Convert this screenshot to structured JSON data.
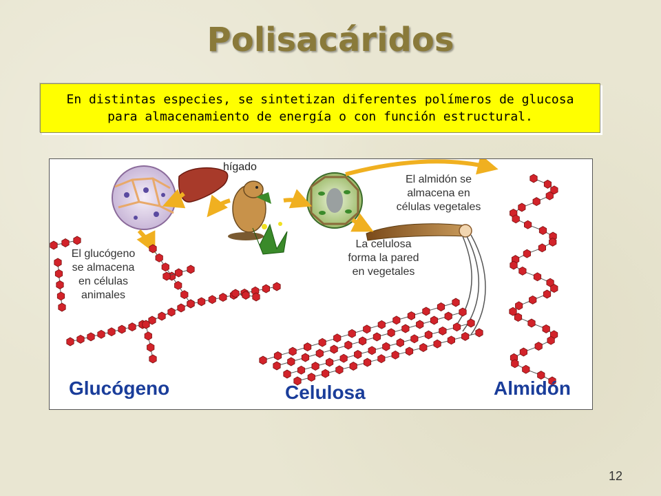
{
  "slide": {
    "title": "Polisacáridos",
    "intro": "En distintas especies, se sintetizan diferentes polímeros de glucosa para almacenamiento de energía o con función estructural.",
    "page_number": "12"
  },
  "diagram": {
    "label_higado": "hígado",
    "label_glucogeno_note_1": "El glucógeno",
    "label_glucogeno_note_2": "se almacena",
    "label_glucogeno_note_3": "en células",
    "label_glucogeno_note_4": "animales",
    "label_almidon_note_1": "El almidón se",
    "label_almidon_note_2": "almacena en",
    "label_almidon_note_3": "células vegetales",
    "label_celulosa_note_1": "La celulosa",
    "label_celulosa_note_2": "forma la pared",
    "label_celulosa_note_3": "en vegetales",
    "caption_glucogeno": "Glucógeno",
    "caption_celulosa": "Celulosa",
    "caption_almidon": "Almidón"
  },
  "colors": {
    "title": "#8a7a3a",
    "box_fill": "#ffff00",
    "arrow": "#f0b020",
    "bead": "#d2232a",
    "caption": "#1a3d9a"
  }
}
